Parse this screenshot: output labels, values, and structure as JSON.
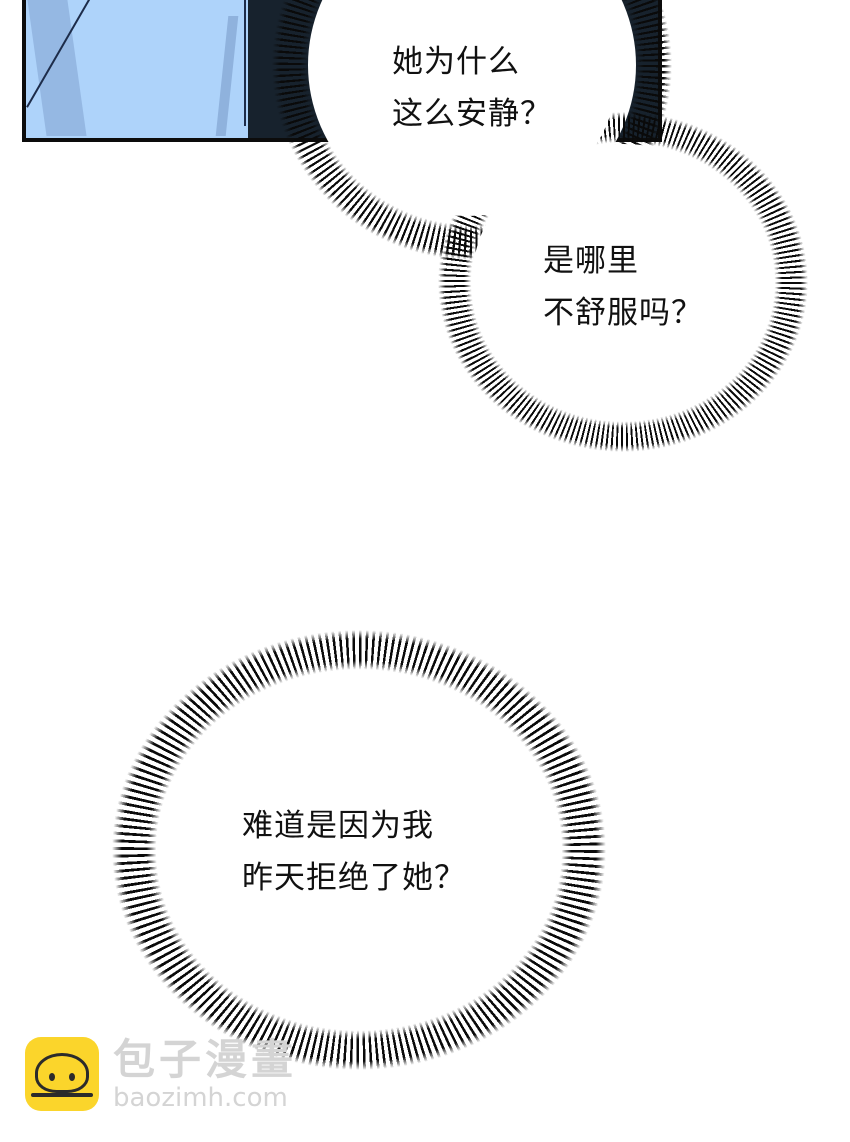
{
  "comic_page": {
    "panel": {
      "description": "blue clothing close-up with dark background",
      "colors": {
        "cloth": "#aed3fa",
        "shadow": "#8fb2dd",
        "dark": "#17222d",
        "border": "#0c0c0c"
      }
    },
    "bubbles": [
      {
        "id": "bubble-1",
        "lines": [
          "她为什么",
          "这么安静？"
        ]
      },
      {
        "id": "bubble-2",
        "lines": [
          "是哪里",
          "不舒服吗？"
        ]
      },
      {
        "id": "bubble-3",
        "lines": [
          "难道是因为我",
          "昨天拒绝了她？"
        ]
      }
    ],
    "watermark": {
      "brand_cn": "包子漫畫",
      "url": "baozimh.com",
      "icon": "steamed-bun-icon",
      "icon_color": "#fbd52b"
    }
  }
}
